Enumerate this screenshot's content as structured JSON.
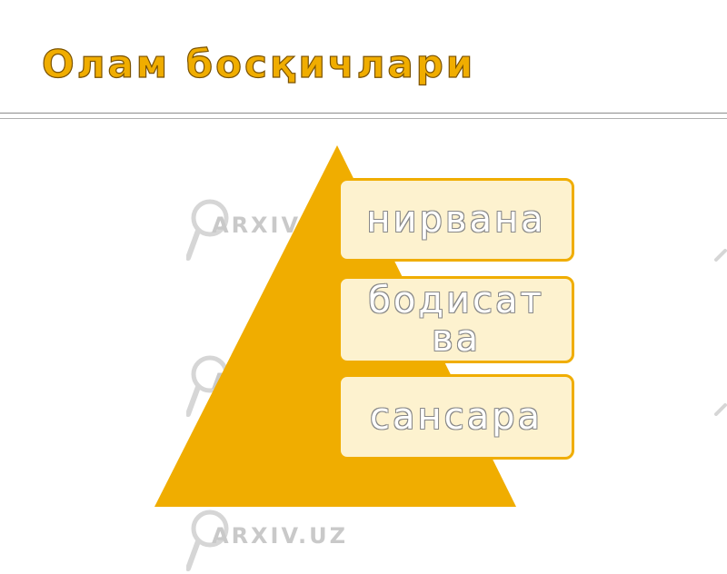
{
  "slide": {
    "title": "Олам босқичлари"
  },
  "pyramid": {
    "levels": [
      {
        "label": "нирвана"
      },
      {
        "label": "бодисат ва"
      },
      {
        "label": "сансара"
      }
    ],
    "fill_color": "#f0ad00",
    "box_fill_color": "#fdf2cf"
  },
  "watermark": {
    "text": "ARXIV.UZ"
  }
}
